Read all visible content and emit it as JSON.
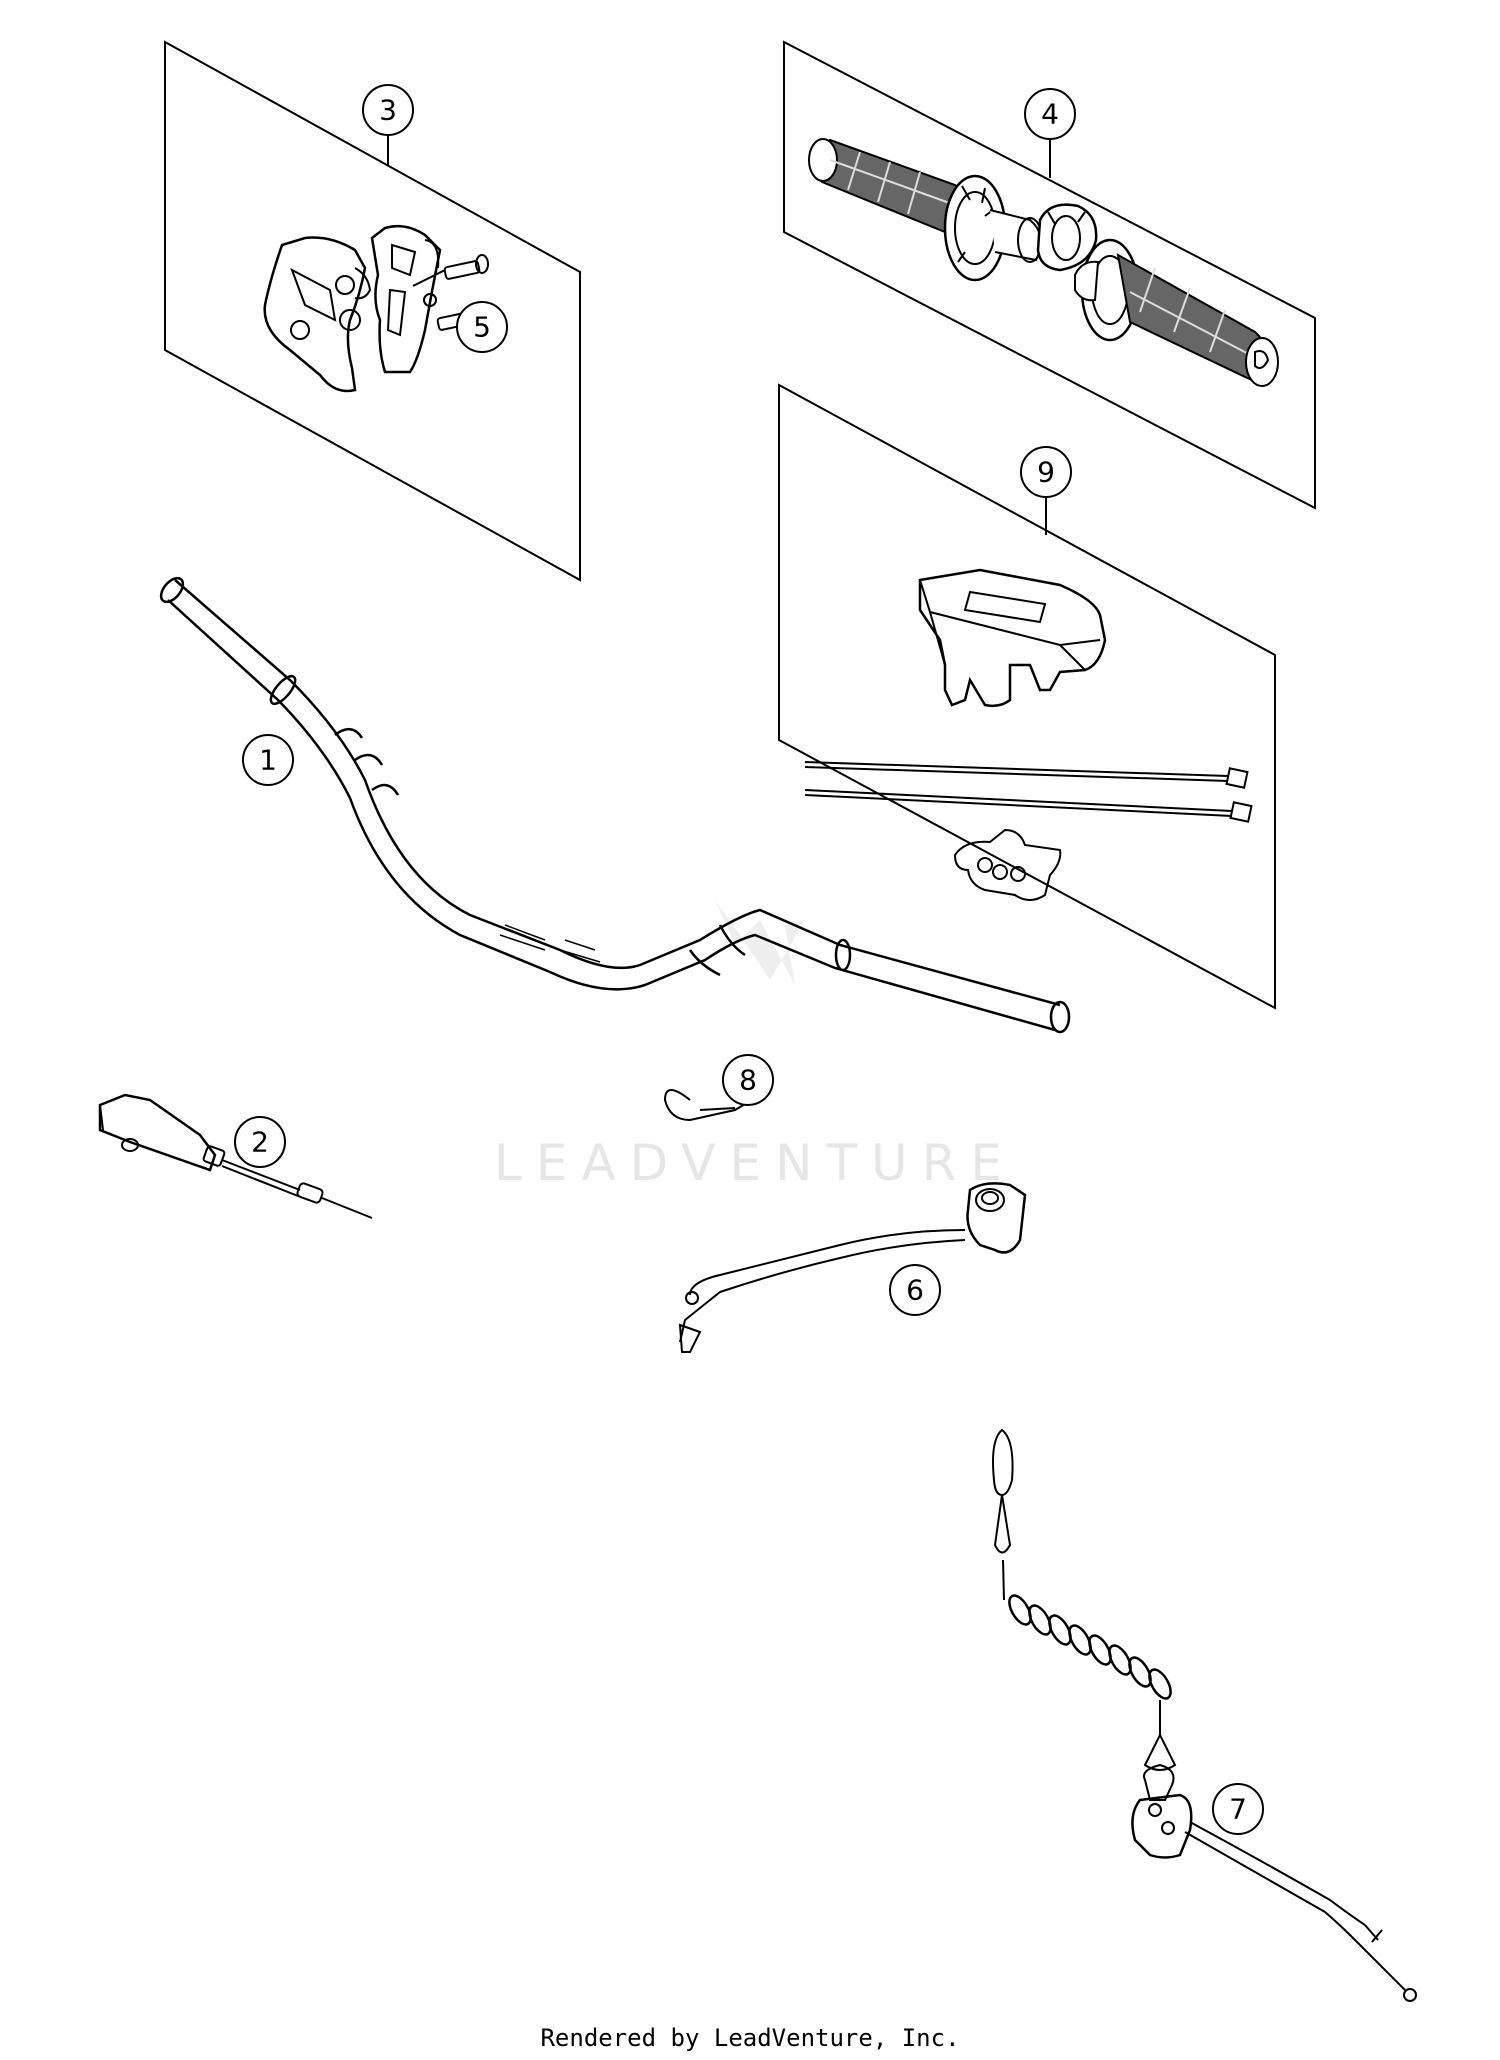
{
  "diagram": {
    "callouts": [
      "1",
      "2",
      "3",
      "4",
      "5",
      "6",
      "7",
      "8",
      "9"
    ],
    "watermark": "LEADVENTURE",
    "footer": "Rendered by LeadVenture, Inc."
  },
  "colors": {
    "line": "#000000",
    "grip": "#555555",
    "watermark": "#e6e6e6"
  }
}
